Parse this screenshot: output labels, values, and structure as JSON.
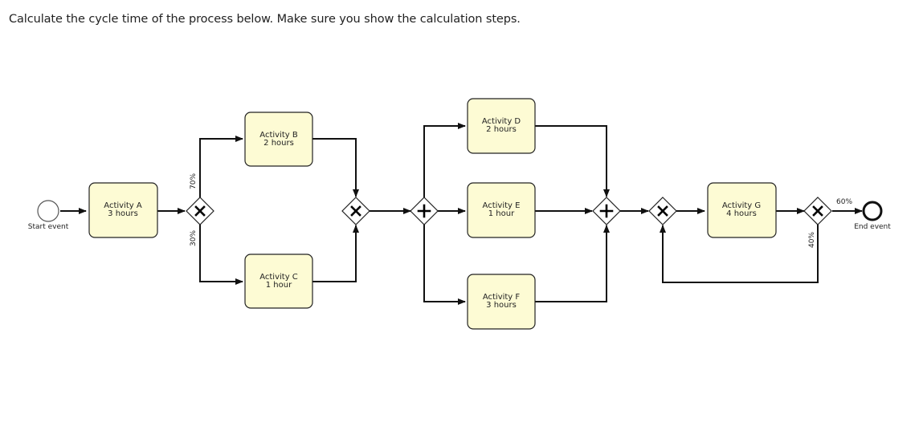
{
  "question": "Calculate the cycle time of the process below. Make sure you show the calculation steps.",
  "events": {
    "start_label": "Start event",
    "end_label": "End event"
  },
  "activities": {
    "a": {
      "name": "Activity A",
      "duration": "3 hours"
    },
    "b": {
      "name": "Activity B",
      "duration": "2 hours"
    },
    "c": {
      "name": "Activity C",
      "duration": "1 hour"
    },
    "d": {
      "name": "Activity D",
      "duration": "2 hours"
    },
    "e": {
      "name": "Activity E",
      "duration": "1 hour"
    },
    "f": {
      "name": "Activity F",
      "duration": "3 hours"
    },
    "g": {
      "name": "Activity G",
      "duration": "4 hours"
    }
  },
  "probabilities": {
    "split1_top": "70%",
    "split1_bottom": "30%",
    "loop_exit": "60%",
    "loop_back": "40%"
  },
  "gateways": {
    "xor_symbol": "X",
    "and_symbol": "+"
  }
}
